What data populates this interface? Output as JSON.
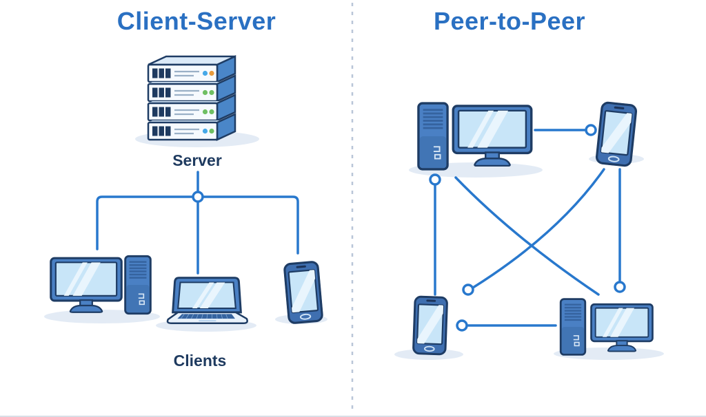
{
  "colors": {
    "title-blue": "#2a70c2",
    "text-navy": "#1e3a5f",
    "line-blue": "#2878cd",
    "outline": "#1e3c64",
    "device-blue": "#4a80c4",
    "device-deep": "#35639f",
    "phone-blue": "#3f6fb0",
    "screen": "#c8e5f8",
    "screen-hi": "#e9f5fd",
    "laptop-base": "#e9f2fb",
    "server-front": "#f6fafe",
    "server-top": "#dbeaf8",
    "server-sliver": "#cfe2f4",
    "server-side": "#4a86c8",
    "server-detail": "#9ab0c6",
    "shadow": "#e3ebf5",
    "divider": "#b9c6d8",
    "led-blue": "#45a8e8",
    "led-green": "#6fbf63",
    "led-orange": "#e89b3c"
  },
  "left_panel": {
    "title": "Client-Server",
    "server": {
      "icon": "server-stack-icon",
      "label": "Server"
    },
    "clients": {
      "label": "Clients",
      "icons": [
        "desktop-computer-icon",
        "laptop-icon",
        "smartphone-icon"
      ]
    },
    "connections": [
      {
        "from": "server",
        "to": "desktop-client"
      },
      {
        "from": "server",
        "to": "laptop-client"
      },
      {
        "from": "server",
        "to": "smartphone-client"
      }
    ]
  },
  "right_panel": {
    "title": "Peer-to-Peer",
    "peers": [
      {
        "icon": "desktop-computer-icon",
        "position": "top-left"
      },
      {
        "icon": "smartphone-icon",
        "position": "top-right"
      },
      {
        "icon": "smartphone-icon",
        "position": "bottom-left"
      },
      {
        "icon": "desktop-computer-icon",
        "position": "bottom-right"
      }
    ],
    "connections": [
      {
        "from": "top-left-computer",
        "to": "top-right-phone"
      },
      {
        "from": "top-left-computer",
        "to": "bottom-left-phone"
      },
      {
        "from": "top-left-computer",
        "to": "bottom-right-computer"
      },
      {
        "from": "top-right-phone",
        "to": "bottom-left-phone"
      },
      {
        "from": "top-right-phone",
        "to": "bottom-right-computer"
      },
      {
        "from": "bottom-left-phone",
        "to": "bottom-right-computer"
      }
    ]
  }
}
